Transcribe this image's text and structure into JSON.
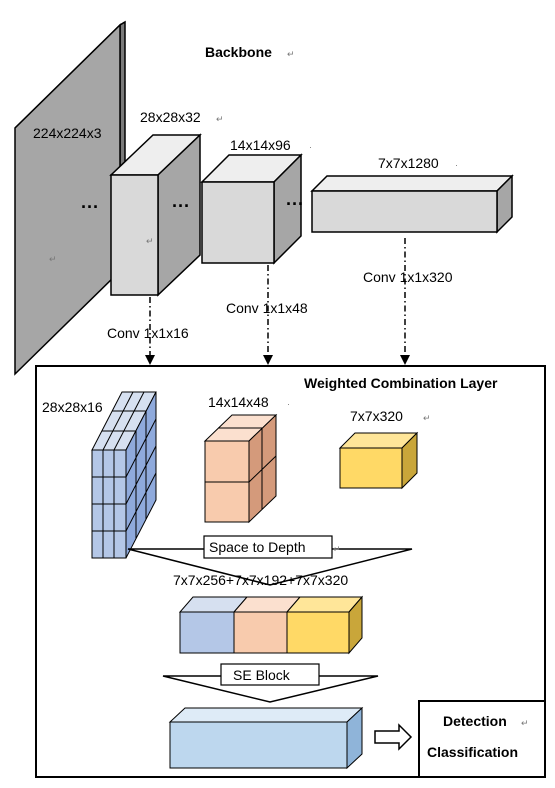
{
  "backbone": {
    "title": "Backbone",
    "layers": [
      "224x224x3",
      "28x28x32",
      "14x14x96",
      "7x7x1280"
    ],
    "convs": [
      "Conv 1x1x16",
      "Conv 1x1x48",
      "Conv 1x1x320"
    ],
    "dots": "···"
  },
  "wcl": {
    "title": "Weighted Combination Layer",
    "features": [
      "28x28x16",
      "14x14x48",
      "7x7x320"
    ],
    "space_to_depth": "Space to Depth",
    "concat_label": "7x7x256+7x7x192+7x7x320",
    "se_block": "SE Block"
  },
  "output": {
    "detection": "Detection",
    "classification": "Classification"
  },
  "colors": {
    "grid_blue": "#b4c7e7",
    "peach": "#f8cbad",
    "yellow": "#ffd966",
    "light_blue": "#bdd7ee",
    "gray_dark": "#a6a6a6",
    "gray_light": "#d9d9d9"
  }
}
